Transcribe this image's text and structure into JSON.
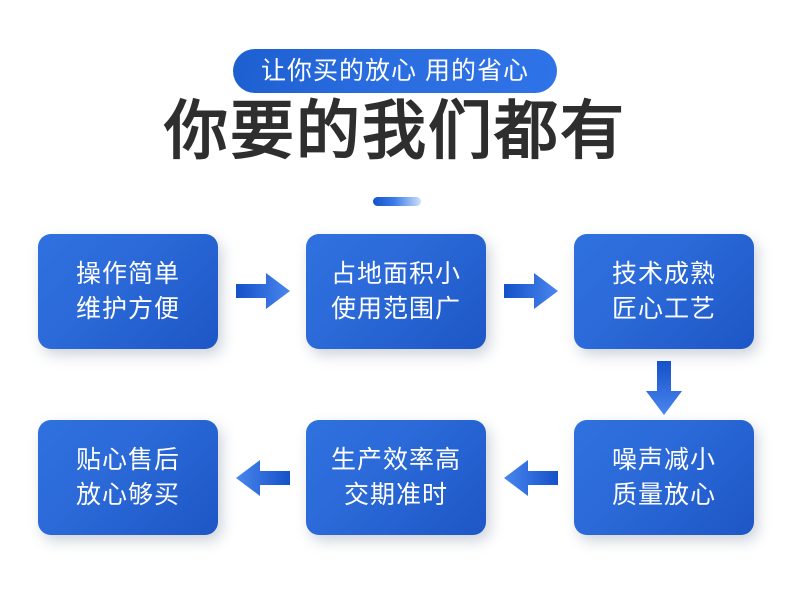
{
  "header": {
    "badge_text": "让你买的放心 用的省心",
    "headline": "你要的我们都有",
    "divider": "gradient-bar"
  },
  "colors": {
    "badge_blue": "#2a6de0",
    "box_blue_light": "#2f71df",
    "box_blue_dark": "#1e56c6",
    "arrow_blue_dark": "#1451c8",
    "arrow_blue_light": "#3b7ce8",
    "headline_text": "#2e2e2e",
    "box_text": "#ffffff",
    "page_background": "#ffffff"
  },
  "flow": {
    "boxes": [
      {
        "id": "box-1",
        "line1": "操作简单",
        "line2": "维护方便",
        "row": 1,
        "col": 1
      },
      {
        "id": "box-2",
        "line1": "占地面积小",
        "line2": "使用范围广",
        "row": 1,
        "col": 2
      },
      {
        "id": "box-3",
        "line1": "技术成熟",
        "line2": "匠心工艺",
        "row": 1,
        "col": 3
      },
      {
        "id": "box-4",
        "line1": "噪声减小",
        "line2": "质量放心",
        "row": 2,
        "col": 3
      },
      {
        "id": "box-5",
        "line1": "生产效率高",
        "line2": "交期准时",
        "row": 2,
        "col": 2
      },
      {
        "id": "box-6",
        "line1": "贴心售后",
        "line2": "放心够买",
        "row": 2,
        "col": 1
      }
    ],
    "arrows": [
      {
        "id": "arrow-1",
        "direction": "right",
        "from": "box-1",
        "to": "box-2"
      },
      {
        "id": "arrow-2",
        "direction": "right",
        "from": "box-2",
        "to": "box-3"
      },
      {
        "id": "arrow-3",
        "direction": "down",
        "from": "box-3",
        "to": "box-4"
      },
      {
        "id": "arrow-4",
        "direction": "left",
        "from": "box-4",
        "to": "box-5"
      },
      {
        "id": "arrow-5",
        "direction": "left",
        "from": "box-5",
        "to": "box-6"
      }
    ]
  }
}
